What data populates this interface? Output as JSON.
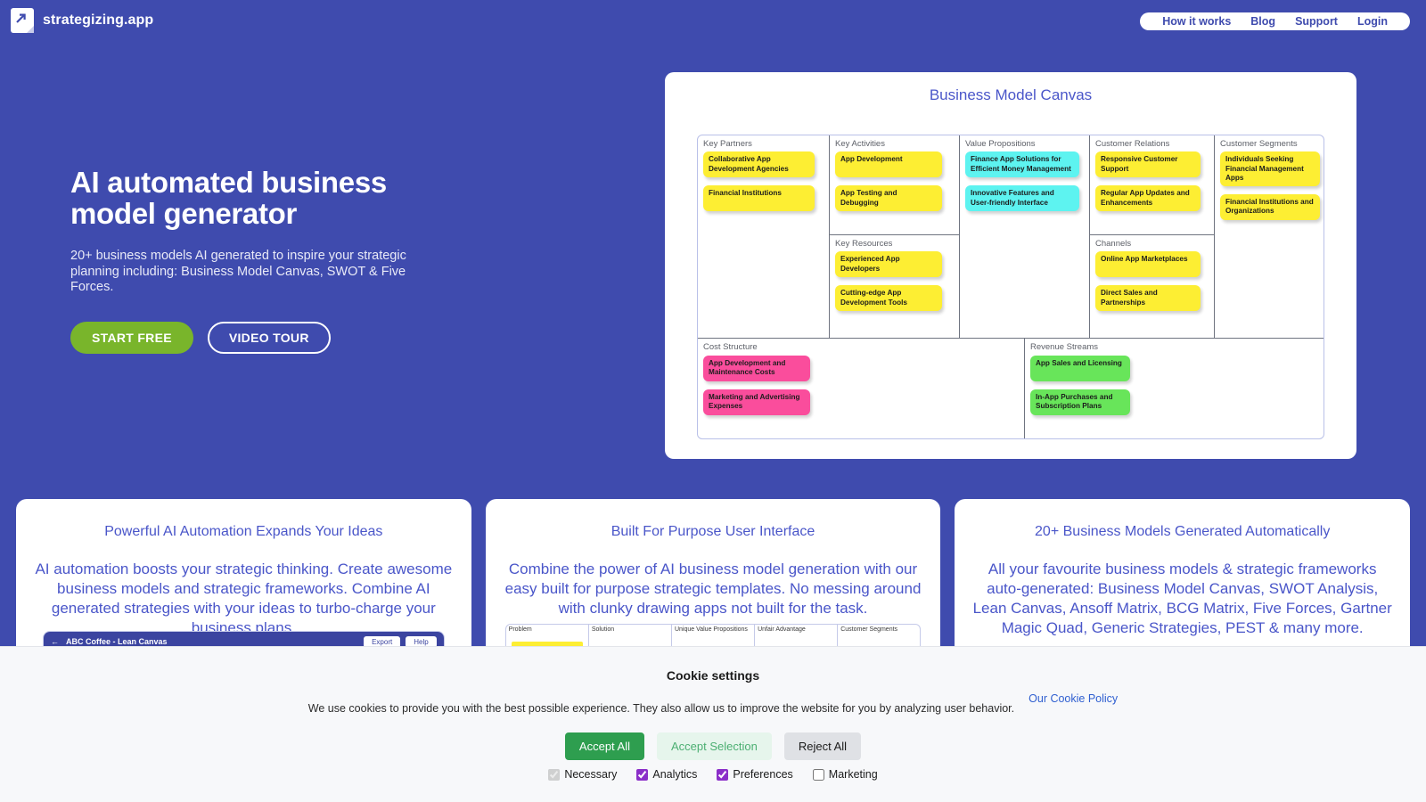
{
  "header": {
    "brand": "strategizing.app",
    "logo_icon": "document-arrow-icon",
    "nav": [
      {
        "label": "How it works"
      },
      {
        "label": "Blog"
      },
      {
        "label": "Support"
      },
      {
        "label": "Login"
      }
    ]
  },
  "hero": {
    "title_line1": "AI automated business",
    "title_line2": "model generator",
    "subtitle": "20+ business models AI generated to inspire your strategic planning including: Business Model Canvas, SWOT & Five Forces.",
    "primary_button": "START FREE",
    "secondary_button": "VIDEO TOUR"
  },
  "canvas": {
    "title": "Business Model Canvas",
    "cells": {
      "key_partners": {
        "label": "Key Partners",
        "notes": [
          {
            "text": "Collaborative App Development Agencies",
            "color": "yellow"
          },
          {
            "text": "Financial Institutions",
            "color": "yellow"
          }
        ]
      },
      "key_activities": {
        "label": "Key Activities",
        "notes": [
          {
            "text": "App Development",
            "color": "yellow"
          },
          {
            "text": "App Testing and Debugging",
            "color": "yellow"
          }
        ]
      },
      "key_resources": {
        "label": "Key Resources",
        "notes": [
          {
            "text": "Experienced App Developers",
            "color": "yellow"
          },
          {
            "text": "Cutting-edge App Development Tools",
            "color": "yellow"
          }
        ]
      },
      "value_propositions": {
        "label": "Value Propositions",
        "notes": [
          {
            "text": "Finance App Solutions for Efficient Money Management",
            "color": "cyan"
          },
          {
            "text": "Innovative Features and User-friendly Interface",
            "color": "cyan"
          }
        ]
      },
      "customer_relations": {
        "label": "Customer Relations",
        "notes": [
          {
            "text": "Responsive Customer Support",
            "color": "yellow"
          },
          {
            "text": "Regular App Updates and Enhancements",
            "color": "yellow"
          }
        ]
      },
      "channels": {
        "label": "Channels",
        "notes": [
          {
            "text": "Online App Marketplaces",
            "color": "yellow"
          },
          {
            "text": "Direct Sales and Partnerships",
            "color": "yellow"
          }
        ]
      },
      "customer_segments": {
        "label": "Customer Segments",
        "notes": [
          {
            "text": "Individuals Seeking Financial Management Apps",
            "color": "yellow"
          },
          {
            "text": "Financial Institutions and Organizations",
            "color": "yellow"
          }
        ]
      },
      "cost_structure": {
        "label": "Cost Structure",
        "notes": [
          {
            "text": "App Development and Maintenance Costs",
            "color": "pink"
          },
          {
            "text": "Marketing and Advertising Expenses",
            "color": "pink"
          }
        ]
      },
      "revenue_streams": {
        "label": "Revenue Streams",
        "notes": [
          {
            "text": "App Sales and Licensing",
            "color": "green"
          },
          {
            "text": "In-App Purchases and Subscription Plans",
            "color": "green"
          }
        ]
      }
    }
  },
  "features": [
    {
      "title": "Powerful AI Automation Expands Your Ideas",
      "body": "AI automation boosts your strategic thinking. Create awesome business models and strategic frameworks. Combine AI generated strategies with your ideas to turbo-charge your business plans.",
      "preview": {
        "back": "←",
        "doc_title": "ABC Coffee - Lean Canvas",
        "export_label": "Export",
        "help_label": "Help"
      }
    },
    {
      "title": "Built For Purpose User Interface",
      "body": "Combine the power of AI business model generation with our easy built for purpose strategic templates. No messing around with clunky drawing apps not built for the task.",
      "preview": {
        "columns": [
          "Problem",
          "Solution",
          "Unique Value Propositions",
          "Unfair Advantage",
          "Customer Segments"
        ]
      }
    },
    {
      "title": "20+ Business Models Generated Automatically",
      "body": "All your favourite business models & strategic frameworks auto-generated:\nBusiness Model Canvas, SWOT Analysis, Lean Canvas, Ansoff Matrix, BCG Matrix, Five Forces, Gartner Magic Quad, Generic Strategies, PEST & many more."
    }
  ],
  "cookie": {
    "title": "Cookie settings",
    "description": "We use cookies to provide you with the best possible experience. They also allow us to improve the website for you by analyzing user behavior.",
    "policy_link": "Our Cookie Policy",
    "buttons": {
      "accept_all": "Accept All",
      "accept_selection": "Accept Selection",
      "reject_all": "Reject All"
    },
    "checkboxes": [
      {
        "label": "Necessary",
        "checked": true,
        "disabled": true
      },
      {
        "label": "Analytics",
        "checked": true,
        "disabled": false
      },
      {
        "label": "Preferences",
        "checked": true,
        "disabled": false
      },
      {
        "label": "Marketing",
        "checked": false,
        "disabled": false
      }
    ]
  },
  "colors": {
    "background": "#3f4bae",
    "accent_blue": "#4a56c9",
    "green_cta": "#79b52b",
    "note_yellow": "#fdee33",
    "note_cyan": "#5df3f0",
    "note_pink": "#fa4d9c",
    "note_green": "#68e55a",
    "cookie_accept": "#2e9e4f"
  }
}
